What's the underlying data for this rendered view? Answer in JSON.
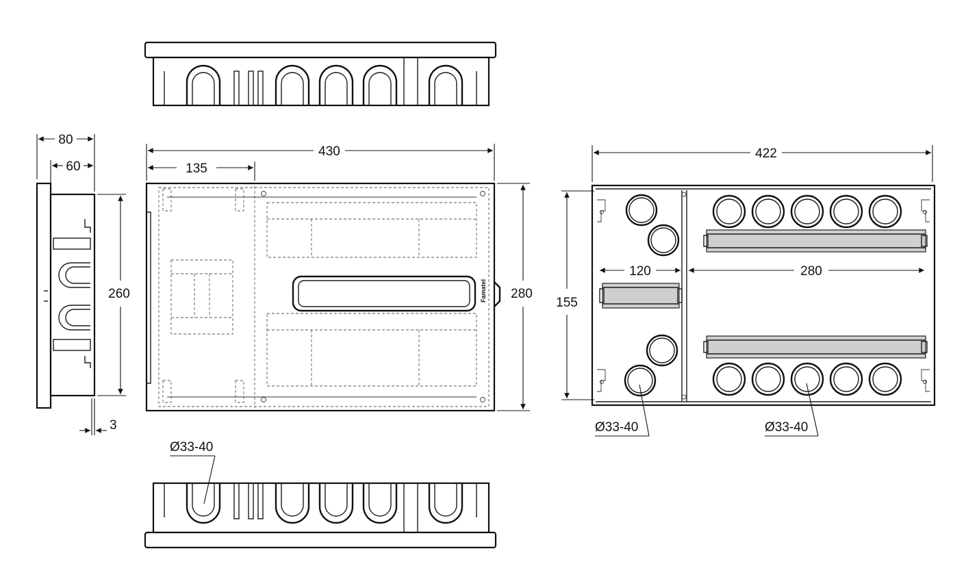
{
  "dimensions": {
    "side_depth_total": "80",
    "side_depth_inner": "60",
    "side_wall": "3",
    "side_height": "260",
    "front_width": "430",
    "front_left_section": "135",
    "front_height": "280",
    "back_width": "422",
    "back_height": "155",
    "back_left_section": "120",
    "back_right_section": "280"
  },
  "labels": {
    "knockout_bottom": "Ø33-40",
    "knockout_back_left": "Ø33-40",
    "knockout_back_right": "Ø33-40",
    "brand": "Famatel"
  },
  "colors": {
    "line": "#111111",
    "rail_fill": "#cfcfcf"
  }
}
